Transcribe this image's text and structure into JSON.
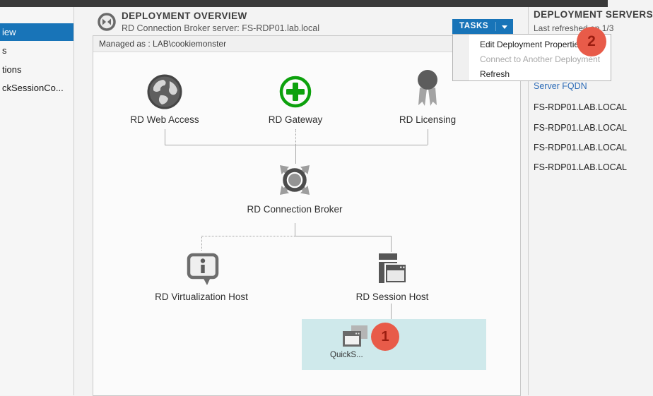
{
  "sidebar": {
    "items": [
      {
        "label": "iew",
        "selected": true
      },
      {
        "label": "s",
        "selected": false
      },
      {
        "label": "tions",
        "selected": false
      },
      {
        "label": "ckSessionCo...",
        "selected": false
      }
    ]
  },
  "header": {
    "title": "DEPLOYMENT OVERVIEW",
    "subtitle": "RD Connection Broker server: FS-RDP01.lab.local",
    "tasks_label": "TASKS"
  },
  "menu": {
    "items": [
      {
        "label": "Edit Deployment Properties",
        "enabled": true
      },
      {
        "label": "Connect to Another Deployment",
        "enabled": false
      },
      {
        "label": "Refresh",
        "enabled": true
      }
    ]
  },
  "diagram": {
    "managed_as": "Managed as : LAB\\cookiemonster",
    "nodes": {
      "web_access": "RD Web Access",
      "gateway": "RD Gateway",
      "licensing": "RD Licensing",
      "connection_broker": "RD Connection Broker",
      "virtualization_host": "RD Virtualization Host",
      "session_host": "RD Session Host"
    },
    "collection": {
      "label": "QuickS..."
    }
  },
  "right_panel": {
    "title": "DEPLOYMENT SERVERS",
    "last_refreshed": "Last refreshed on 1/3",
    "column_header": "Server FQDN",
    "rows": [
      "FS-RDP01.LAB.LOCAL",
      "FS-RDP01.LAB.LOCAL",
      "FS-RDP01.LAB.LOCAL",
      "FS-RDP01.LAB.LOCAL"
    ]
  },
  "annotations": {
    "badge1": "1",
    "badge2": "2"
  },
  "colors": {
    "accent_blue": "#1874b8",
    "link_blue": "#2e6cb7",
    "badge_red": "#e85b49",
    "badge_number_red": "#9b1d10",
    "highlight_teal": "#cfe9eb",
    "gateway_green": "#0ca10c",
    "titlebar_gray": "#3a3a3a"
  }
}
